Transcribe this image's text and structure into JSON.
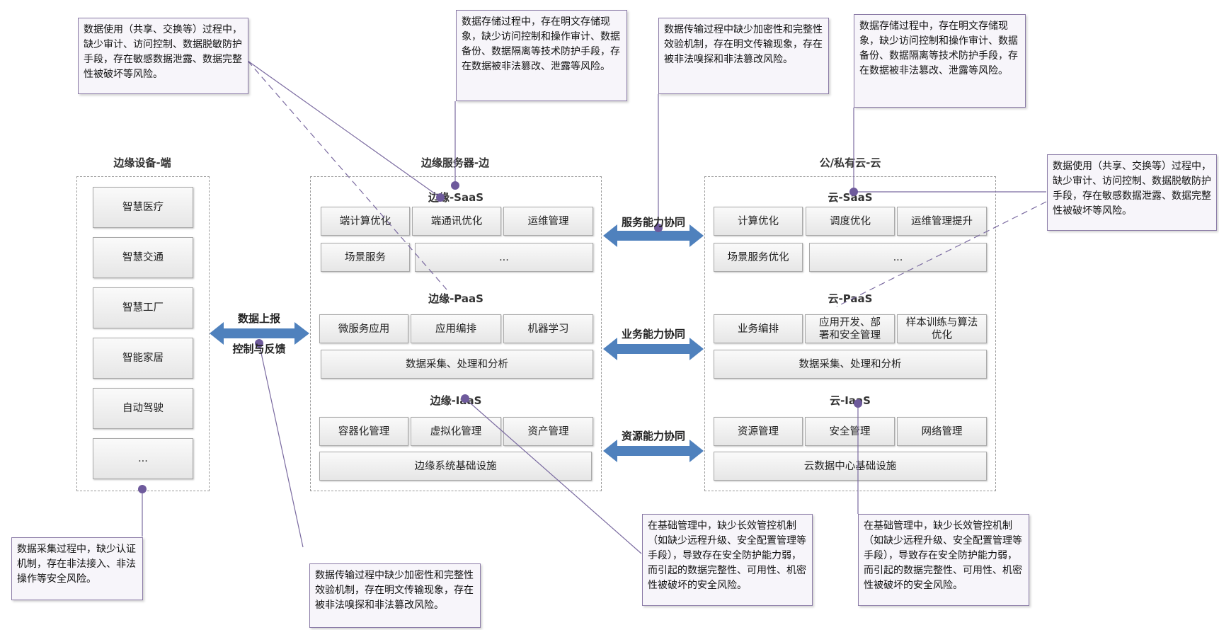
{
  "columns": {
    "device": {
      "title": "边缘设备-端",
      "items": [
        "智慧医疗",
        "智慧交通",
        "智慧工厂",
        "智能家居",
        "自动驾驶",
        "..."
      ]
    },
    "server": {
      "title": "边缘服务器-边",
      "saas": {
        "title": "边缘-SaaS",
        "row1": [
          "端计算优化",
          "端通讯优化",
          "运维管理"
        ],
        "row2": [
          "场景服务",
          "..."
        ]
      },
      "paas": {
        "title": "边缘-PaaS",
        "row1": [
          "微服务应用",
          "应用编排",
          "机器学习"
        ],
        "row2": "数据采集、处理和分析"
      },
      "iaas": {
        "title": "边缘-IaaS",
        "row1": [
          "容器化管理",
          "虚拟化管理",
          "资产管理"
        ],
        "row2": "边缘系统基础设施"
      }
    },
    "cloud": {
      "title": "公/私有云-云",
      "saas": {
        "title": "云-SaaS",
        "row1": [
          "计算优化",
          "调度优化",
          "运维管理提升"
        ],
        "row2": [
          "场景服务优化",
          "..."
        ]
      },
      "paas": {
        "title": "云-PaaS",
        "row1": [
          "业务编排",
          "应用开发、部署和安全管理",
          "样本训练与算法优化"
        ],
        "row2": "数据采集、处理和分析"
      },
      "iaas": {
        "title": "云-IaaS",
        "row1": [
          "资源管理",
          "安全管理",
          "网络管理"
        ],
        "row2": "云数据中心基础设施"
      }
    }
  },
  "arrows": {
    "device_server": {
      "top": "数据上报",
      "bottom": "控制与反馈"
    },
    "service": "服务能力协同",
    "business": "业务能力协同",
    "resource": "资源能力协同"
  },
  "notes": {
    "usage_left": "数据使用（共享、交换等）过程中，缺少审计、访问控制、数据脱敏防护手段，存在敏感数据泄露、数据完整性被破坏等风险。",
    "storage_mid": "数据存储过程中，存在明文存储现象，缺少访问控制和操作审计、数据备份、数据隔离等技术防护手段，存在数据被非法篡改、泄露等风险。",
    "transfer_top": "数据传输过程中缺少加密性和完整性效验机制，存在明文传输现象，存在被非法嗅探和非法篡改风险。",
    "storage_right": "数据存储过程中，存在明文存储现象，缺少访问控制和操作审计、数据备份、数据隔离等技术防护手段，存在数据被非法篡改、泄露等风险。",
    "usage_right": "数据使用（共享、交换等）过程中，缺少审计、访问控制、数据脱敏防护手段，存在敏感数据泄露、数据完整性被破坏等风险。",
    "collect": "数据采集过程中，缺少认证机制，存在非法接入、非法操作等安全风险。",
    "transfer_bottom": "数据传输过程中缺少加密性和完整性效验机制，存在明文传输现象，存在被非法嗅探和非法篡改风险。",
    "infra_mid": "在基础管理中，缺少长效管控机制（如缺少远程升级、安全配置管理等手段），导致存在安全防护能力弱，而引起的数据完整性、可用性、机密性被破坏的安全风险。",
    "infra_right": "在基础管理中，缺少长效管控机制（如缺少远程升级、安全配置管理等手段），导致存在安全防护能力弱，而引起的数据完整性、可用性、机密性被破坏的安全风险。"
  },
  "colors": {
    "arrow": "#4f81bd",
    "connector": "#7a6aa0",
    "dot": "#6e5a9c"
  }
}
